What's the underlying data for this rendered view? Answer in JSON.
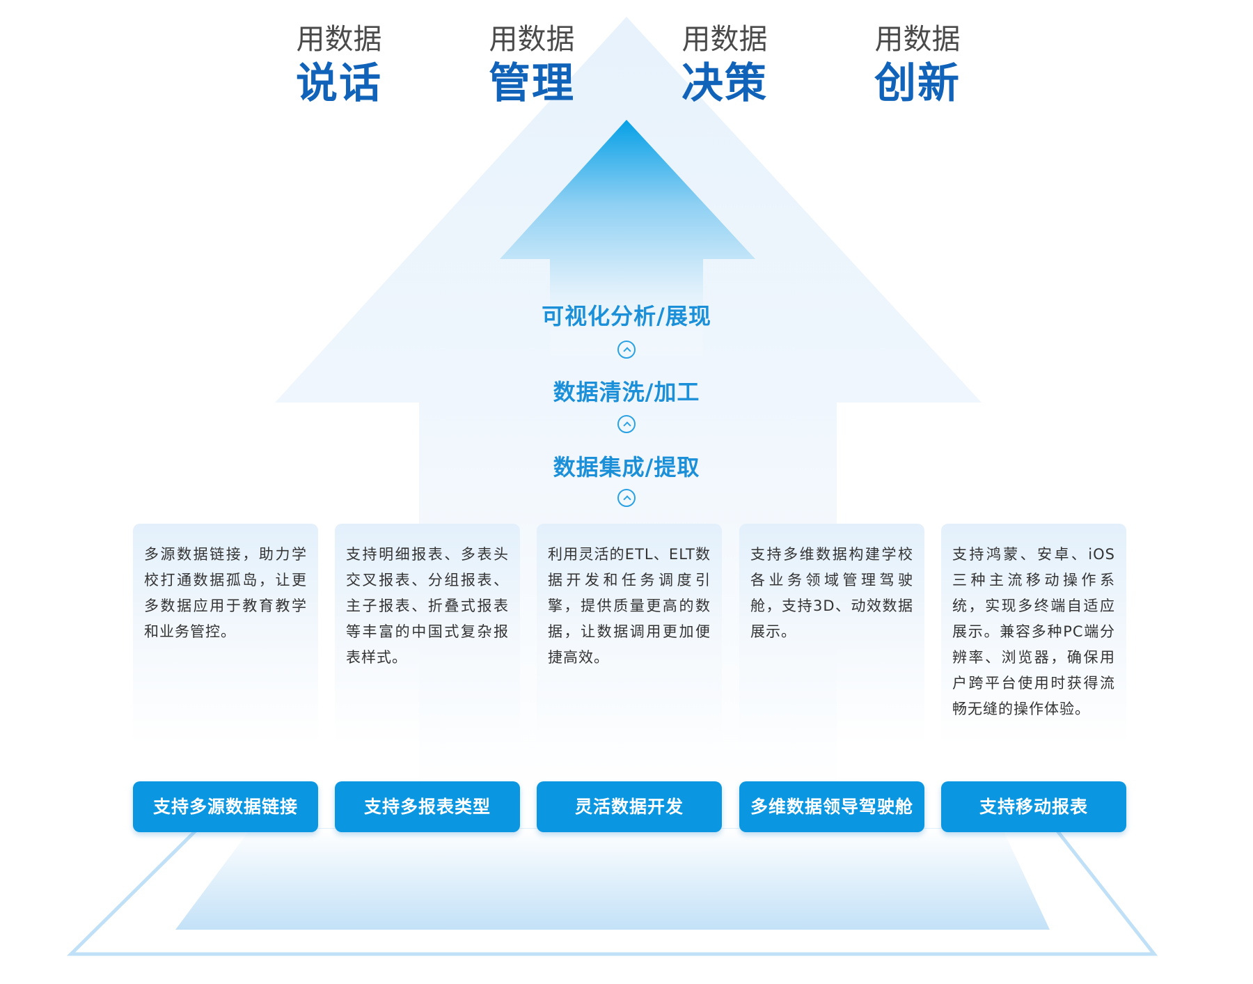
{
  "headings": [
    {
      "sub": "用数据",
      "main": "说话"
    },
    {
      "sub": "用数据",
      "main": "管理"
    },
    {
      "sub": "用数据",
      "main": "决策"
    },
    {
      "sub": "用数据",
      "main": "创新"
    }
  ],
  "stages": [
    {
      "label": "可视化分析/展现"
    },
    {
      "label": "数据清洗/加工"
    },
    {
      "label": "数据集成/提取"
    }
  ],
  "features": [
    {
      "description": "多源数据链接，助力学校打通数据孤岛，让更多数据应用于教育教学和业务管控。",
      "button": "支持多源数据链接"
    },
    {
      "description": "支持明细报表、多表头交叉报表、分组报表、主子报表、折叠式报表等丰富的中国式复杂报表样式。",
      "button": "支持多报表类型"
    },
    {
      "description": "利用灵活的ETL、ELT数据开发和任务调度引擎，提供质量更高的数据，让数据调用更加便捷高效。",
      "button": "灵活数据开发"
    },
    {
      "description": "支持多维数据构建学校各业务领域管理驾驶舱，支持3D、动效数据展示。",
      "button": "多维数据领导驾驶舱"
    },
    {
      "description": "支持鸿蒙、安卓、iOS三种主流移动操作系统，实现多终端自适应展示。兼容多种PC端分辨率、浏览器，确保用户跨平台使用时获得流畅无缝的操作体验。",
      "button": "支持移动报表"
    }
  ],
  "colors": {
    "accent": "#0a96e0",
    "heading_main": "#1063b8",
    "heading_sub": "#4a4a4a",
    "stage_text": "#1b8fd8",
    "arrow_top": "#0aa3e6",
    "background_arrow": "#e6f2fb"
  },
  "icons": {
    "stage_connector": "chevron-up-circle-icon"
  }
}
